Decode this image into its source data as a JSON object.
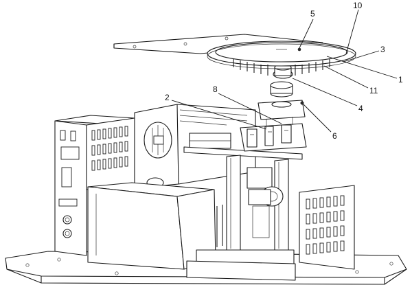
{
  "callouts": {
    "c1": "1",
    "c2": "2",
    "c3": "3",
    "c4": "4",
    "c5": "5",
    "c6": "6",
    "c8": "8",
    "c10": "10",
    "c11": "11"
  }
}
